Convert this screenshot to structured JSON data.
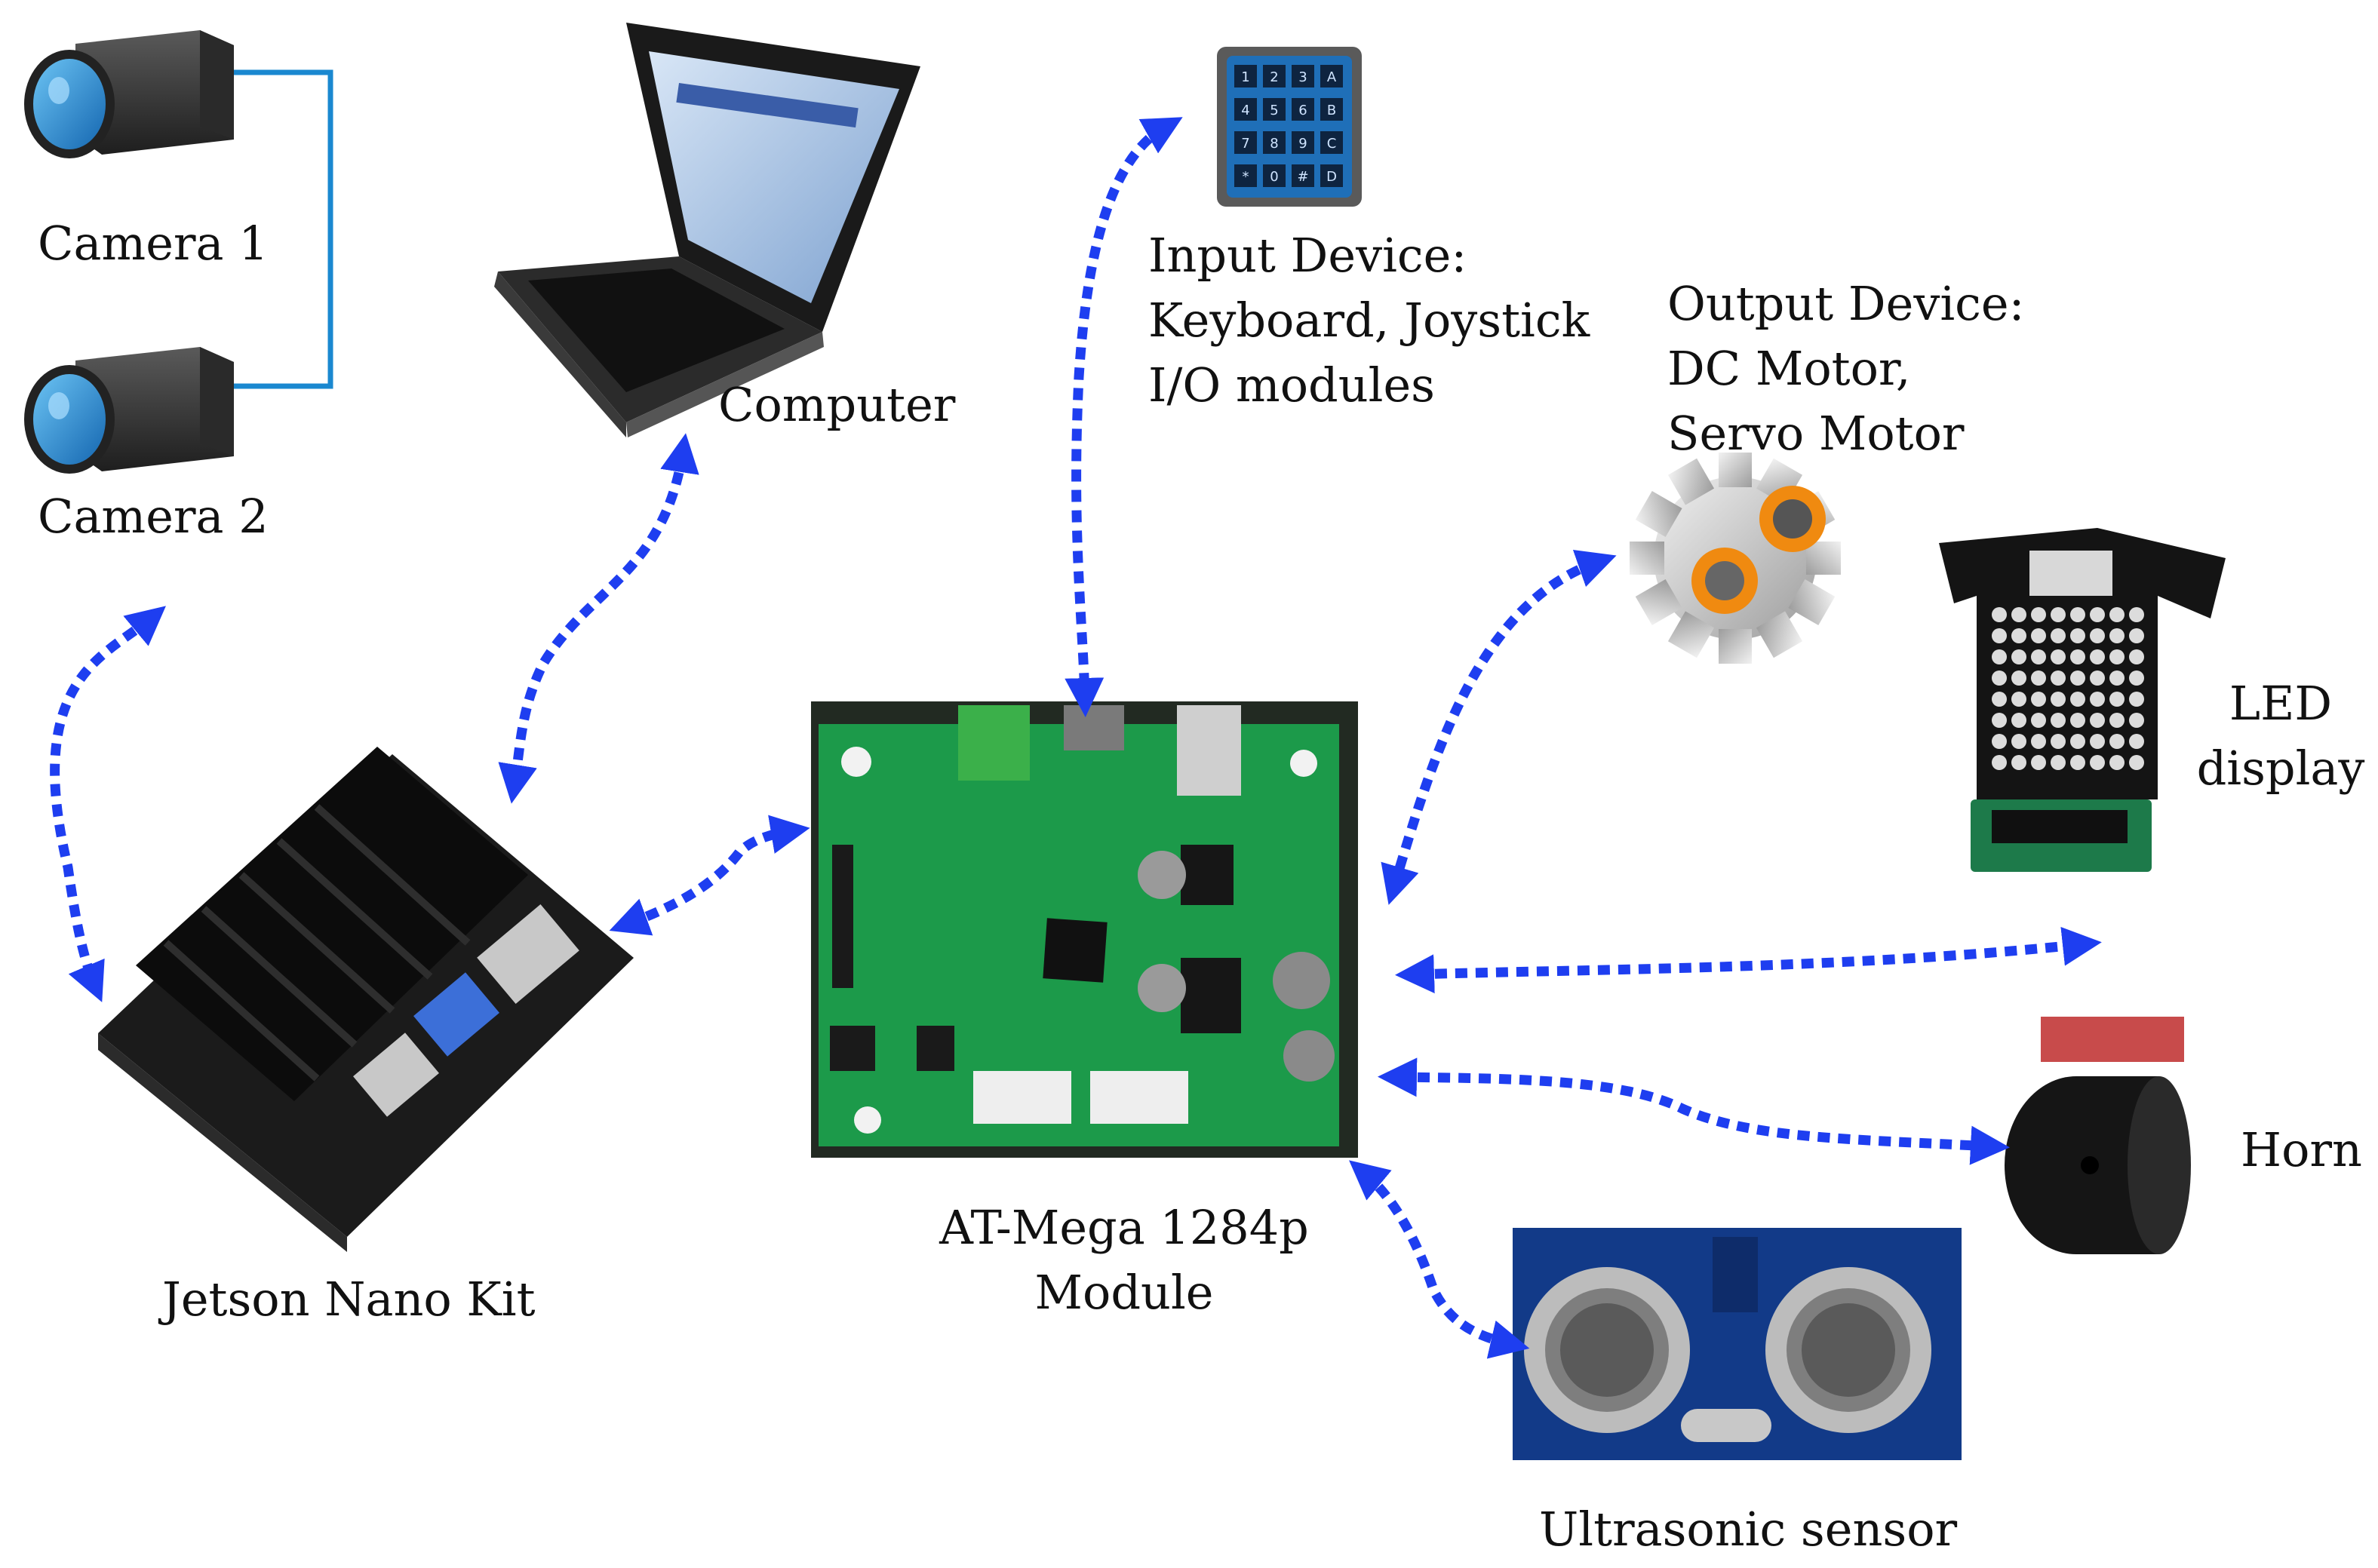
{
  "colors": {
    "arrow": "#1e3ef0",
    "camera_link": "#1a88d0",
    "pcb": "#1c9a4a",
    "sensor_blue": "#123a88"
  },
  "labels": {
    "camera1": "Camera 1",
    "camera2": "Camera 2",
    "computer": "Computer",
    "jetson": "Jetson Nano Kit",
    "input_line1": "Input Device:",
    "input_line2": "Keyboard, Joystick",
    "input_line3": "I/O modules",
    "output_line1": "Output Device:",
    "output_line2": "DC Motor,",
    "output_line3": "Servo Motor",
    "led_line1": "LED",
    "led_line2": "display",
    "module_line1": "AT-Mega 1284p",
    "module_line2": "Module",
    "horn": "Horn",
    "ultrasonic": "Ultrasonic sensor"
  },
  "keypad_keys": [
    "1",
    "2",
    "3",
    "A",
    "4",
    "5",
    "6",
    "B",
    "7",
    "8",
    "9",
    "C",
    "*",
    "0",
    "#",
    "D"
  ],
  "icons": {
    "camera1": "security-camera-icon",
    "camera2": "security-camera-icon",
    "computer": "laptop-icon",
    "keypad": "keypad-icon",
    "gear": "gear-icon",
    "led": "led-matrix-icon",
    "jetson": "dev-board-icon",
    "module": "pcb-icon",
    "horn": "buzzer-icon",
    "ultrasonic": "ultrasonic-sensor-icon"
  }
}
